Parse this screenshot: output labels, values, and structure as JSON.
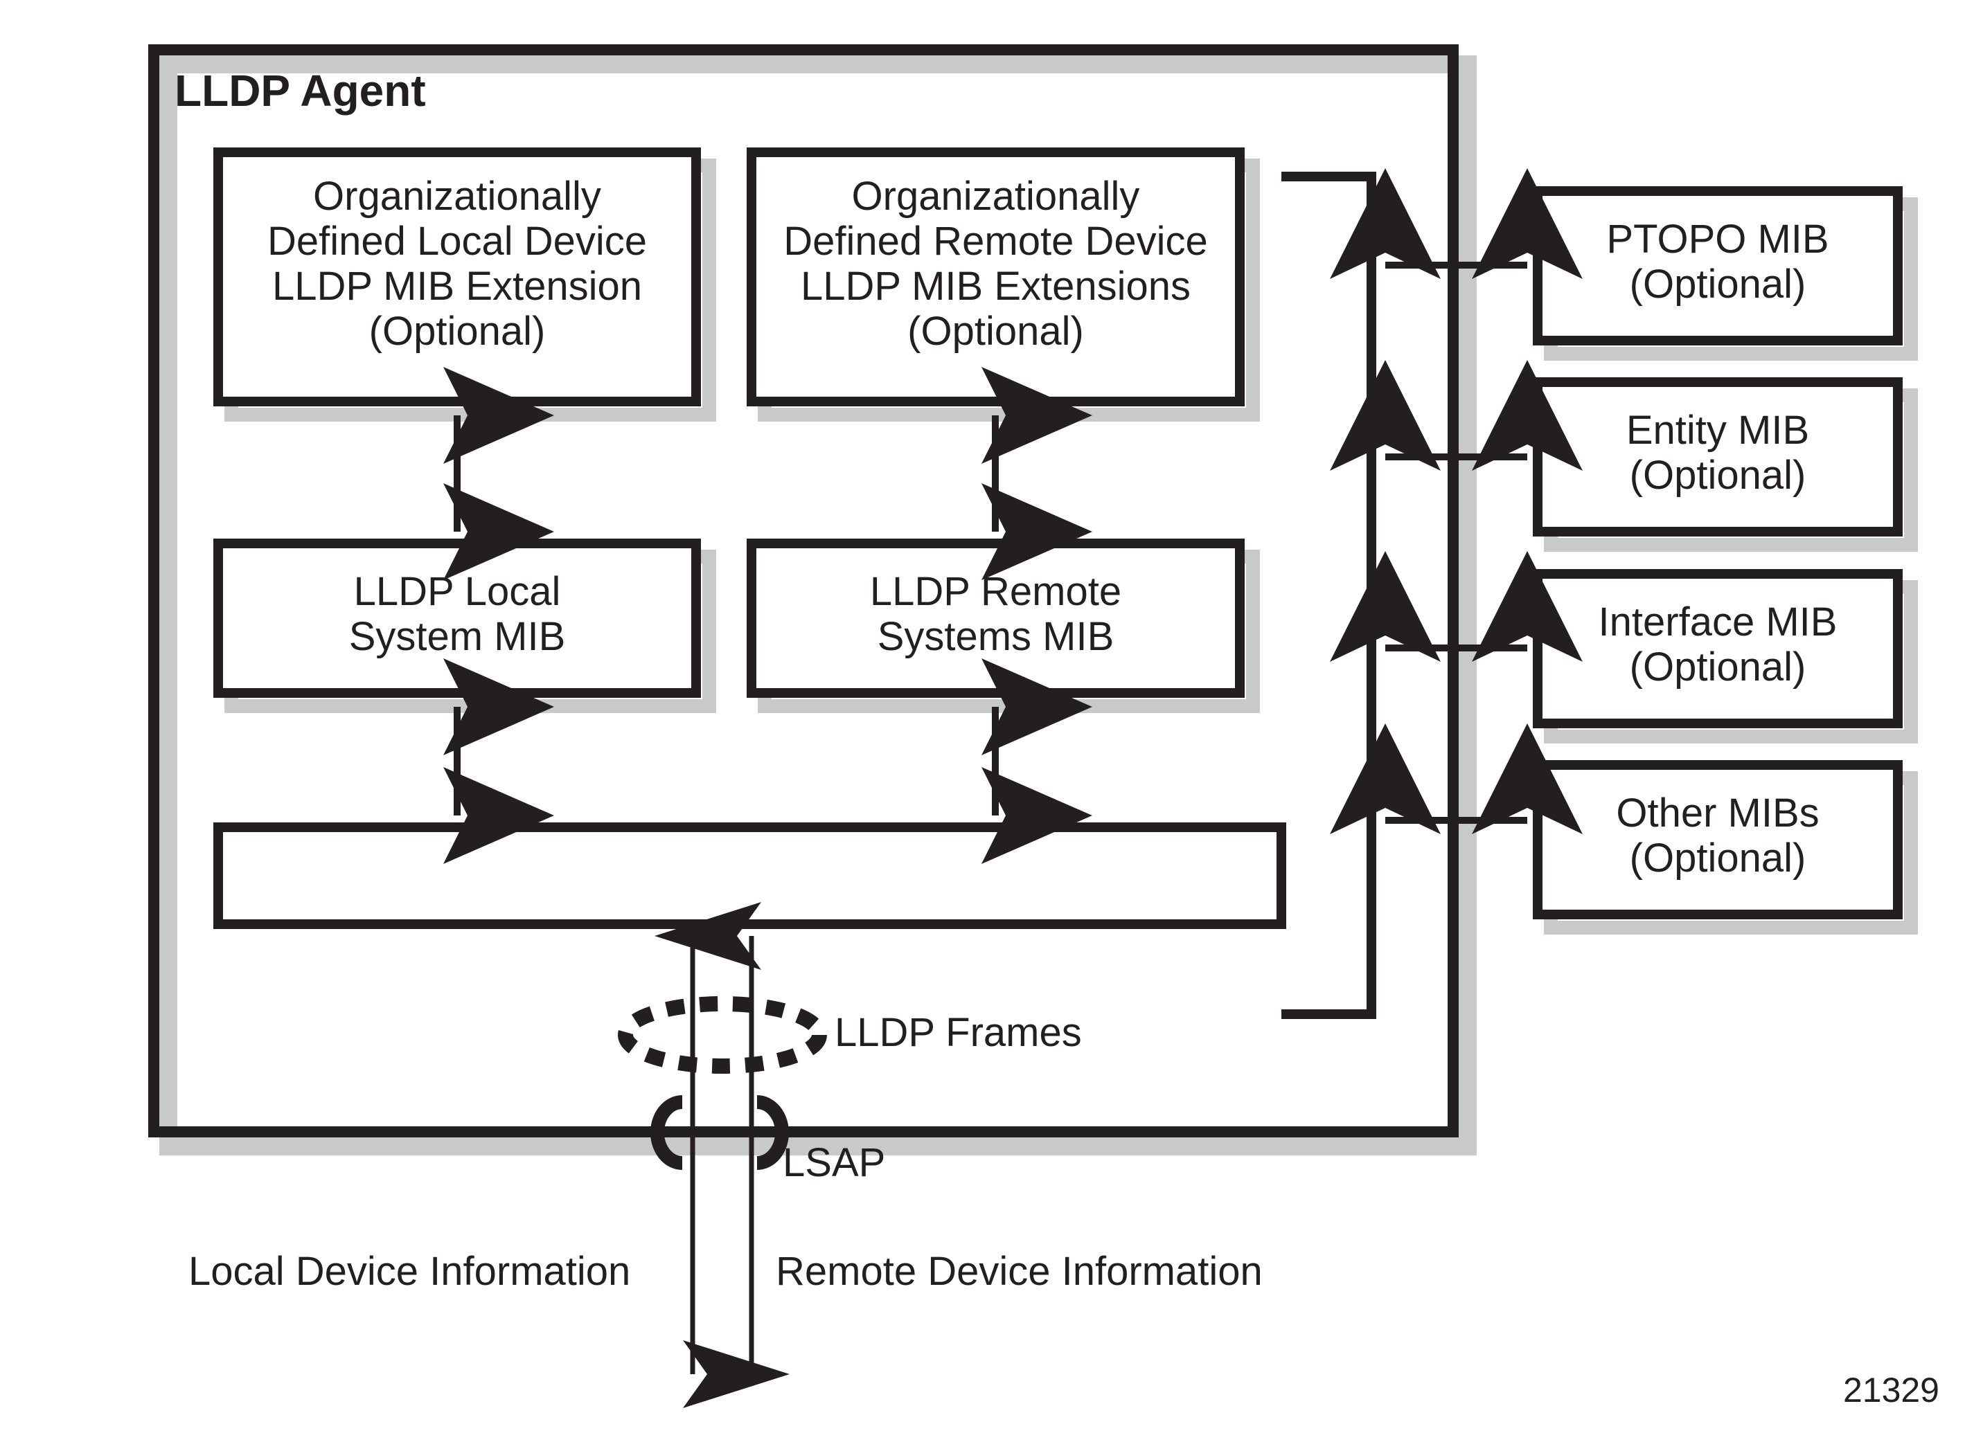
{
  "figure": {
    "title": "LLDP Agent",
    "number": "21329",
    "accent_color": "#231f20",
    "shadow_color": "#c8c9cb",
    "background": "#ffffff"
  },
  "agent_box": {
    "label": "LLDP Agent"
  },
  "inner_boxes": [
    {
      "id": "org-local-ext",
      "text": "Organizationally\nDefined Local Device\nLLDP MIB Extension\n(Optional)"
    },
    {
      "id": "org-remote-ext",
      "text": "Organizationally\nDefined Remote Device\nLLDP MIB Extensions\n(Optional)"
    },
    {
      "id": "lldp-local-mib",
      "text": "LLDP Local\nSystem MIB"
    },
    {
      "id": "lldp-remote-mib",
      "text": "LLDP Remote\nSystems MIB"
    }
  ],
  "external_mibs": [
    {
      "id": "ptopo-mib",
      "text": "PTOPO MIB\n(Optional)"
    },
    {
      "id": "entity-mib",
      "text": "Entity MIB\n(Optional)"
    },
    {
      "id": "interface-mib",
      "text": "Interface MIB\n(Optional)"
    },
    {
      "id": "other-mibs",
      "text": "Other MIBs\n(Optional)"
    }
  ],
  "annotations": {
    "lldp_frames": "LLDP Frames",
    "lsap": "LSAP",
    "local_device_information": "Local Device Information",
    "remote_device_information": "Remote Device Information"
  },
  "chart_data": {
    "type": "diagram",
    "title": "LLDP Agent",
    "nodes": [
      "Organizationally Defined Local Device LLDP MIB Extension (Optional)",
      "Organizationally Defined Remote Device LLDP MIB Extensions (Optional)",
      "LLDP Local System MIB",
      "LLDP Remote Systems MIB",
      "PTOPO MIB (Optional)",
      "Entity MIB (Optional)",
      "Interface MIB (Optional)",
      "Other MIBs (Optional)"
    ],
    "edges": [
      {
        "from": "Organizationally Defined Local Device LLDP MIB Extension (Optional)",
        "to": "LLDP Local System MIB",
        "style": "double-arrow"
      },
      {
        "from": "Organizationally Defined Remote Device LLDP MIB Extensions (Optional)",
        "to": "LLDP Remote Systems MIB",
        "style": "double-arrow"
      },
      {
        "from": "LLDP Local System MIB",
        "to": "LLDP frame bus",
        "style": "double-arrow"
      },
      {
        "from": "LLDP Remote Systems MIB",
        "to": "LLDP frame bus",
        "style": "double-arrow"
      },
      {
        "from": "LLDP frame bus",
        "to": "PTOPO MIB (Optional)",
        "style": "double-arrow"
      },
      {
        "from": "LLDP frame bus",
        "to": "Entity MIB (Optional)",
        "style": "double-arrow"
      },
      {
        "from": "LLDP frame bus",
        "to": "Interface MIB (Optional)",
        "style": "double-arrow"
      },
      {
        "from": "LLDP frame bus",
        "to": "Other MIBs (Optional)",
        "style": "double-arrow"
      },
      {
        "from": "LLDP frame bus",
        "to": "Local Device Information",
        "style": "arrow-out"
      },
      {
        "from": "Remote Device Information",
        "to": "LLDP frame bus",
        "style": "arrow-in"
      }
    ]
  }
}
